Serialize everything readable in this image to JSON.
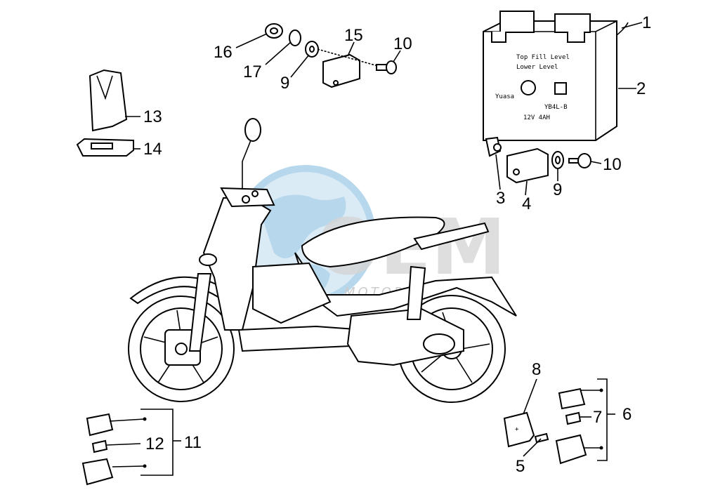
{
  "watermark": {
    "brand": "OEM",
    "subtitle": "MOTOR",
    "colors": {
      "globe": "#9ecae6",
      "text": "#bdbdbd"
    }
  },
  "battery": {
    "lines": [
      "Top Fill Level",
      "Lower Level",
      "Yuasa",
      "YB4L-B",
      "12V 4AH"
    ]
  },
  "callouts": [
    {
      "id": "c1",
      "text": "1"
    },
    {
      "id": "c2",
      "text": "2"
    },
    {
      "id": "c3",
      "text": "3"
    },
    {
      "id": "c4",
      "text": "4"
    },
    {
      "id": "c5",
      "text": "5"
    },
    {
      "id": "c6",
      "text": "6"
    },
    {
      "id": "c7",
      "text": "7"
    },
    {
      "id": "c8",
      "text": "8"
    },
    {
      "id": "c9a",
      "text": "9"
    },
    {
      "id": "c9b",
      "text": "9"
    },
    {
      "id": "c10a",
      "text": "10"
    },
    {
      "id": "c10b",
      "text": "10"
    },
    {
      "id": "c11",
      "text": "11"
    },
    {
      "id": "c12",
      "text": "12"
    },
    {
      "id": "c13",
      "text": "13"
    },
    {
      "id": "c14",
      "text": "14"
    },
    {
      "id": "c15",
      "text": "15"
    },
    {
      "id": "c16",
      "text": "16"
    },
    {
      "id": "c17",
      "text": "17"
    }
  ]
}
